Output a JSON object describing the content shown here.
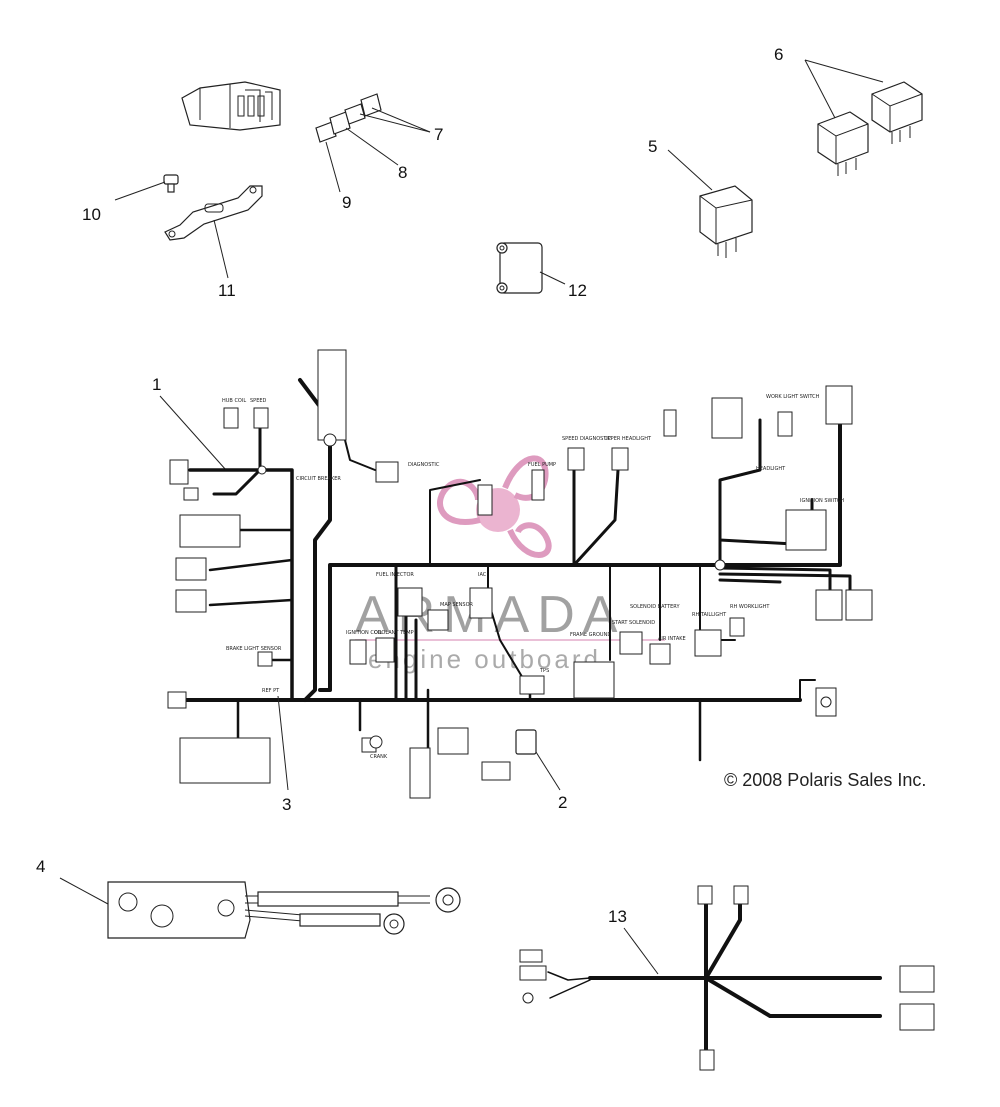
{
  "callouts": {
    "c1": "1",
    "c2": "2",
    "c3": "3",
    "c4": "4",
    "c5": "5",
    "c6": "6",
    "c7": "7",
    "c8": "8",
    "c9": "9",
    "c10": "10",
    "c11": "11",
    "c12": "12",
    "c13": "13"
  },
  "copyright": "© 2008 Polaris Sales Inc.",
  "watermark": {
    "title": "ARMADA",
    "subtitle": "engine outboard"
  },
  "labels": {
    "hub_coil": "HUB COIL",
    "speed": "SPEED",
    "speed_diag": "SPEED DIAGNOSTIC",
    "upper_headlight": "UPPER HEADLIGHT",
    "diagnostic": "DIAGNOSTIC",
    "fuel_pump": "FUEL PUMP",
    "circuit_breaker": "CIRCUIT BREAKER",
    "fuel_injector": "FUEL INJECTOR",
    "iac": "IAC",
    "map_sensor": "MAP SENSOR",
    "ignition_coil": "IGNITION COIL",
    "coolant_temp": "COOLANT TEMP",
    "brake_light_sensor": "BRAKE LIGHT SENSOR",
    "frame_ground": "FRAME GROUND",
    "start_solenoid": "START SOLENOID",
    "air_intake": "AIR INTAKE",
    "rh_taillight": "RH TAILLIGHT",
    "rh_worklight": "RH WORKLIGHT",
    "work_light_switch": "WORK LIGHT SWITCH",
    "headlight": "HEADLIGHT",
    "ignition_switch": "IGNITION SWITCH",
    "tps": "TPS",
    "crank": "CRANK",
    "solenoid_battery": "SOLENOID BATTERY",
    "ref": "REF PT"
  }
}
